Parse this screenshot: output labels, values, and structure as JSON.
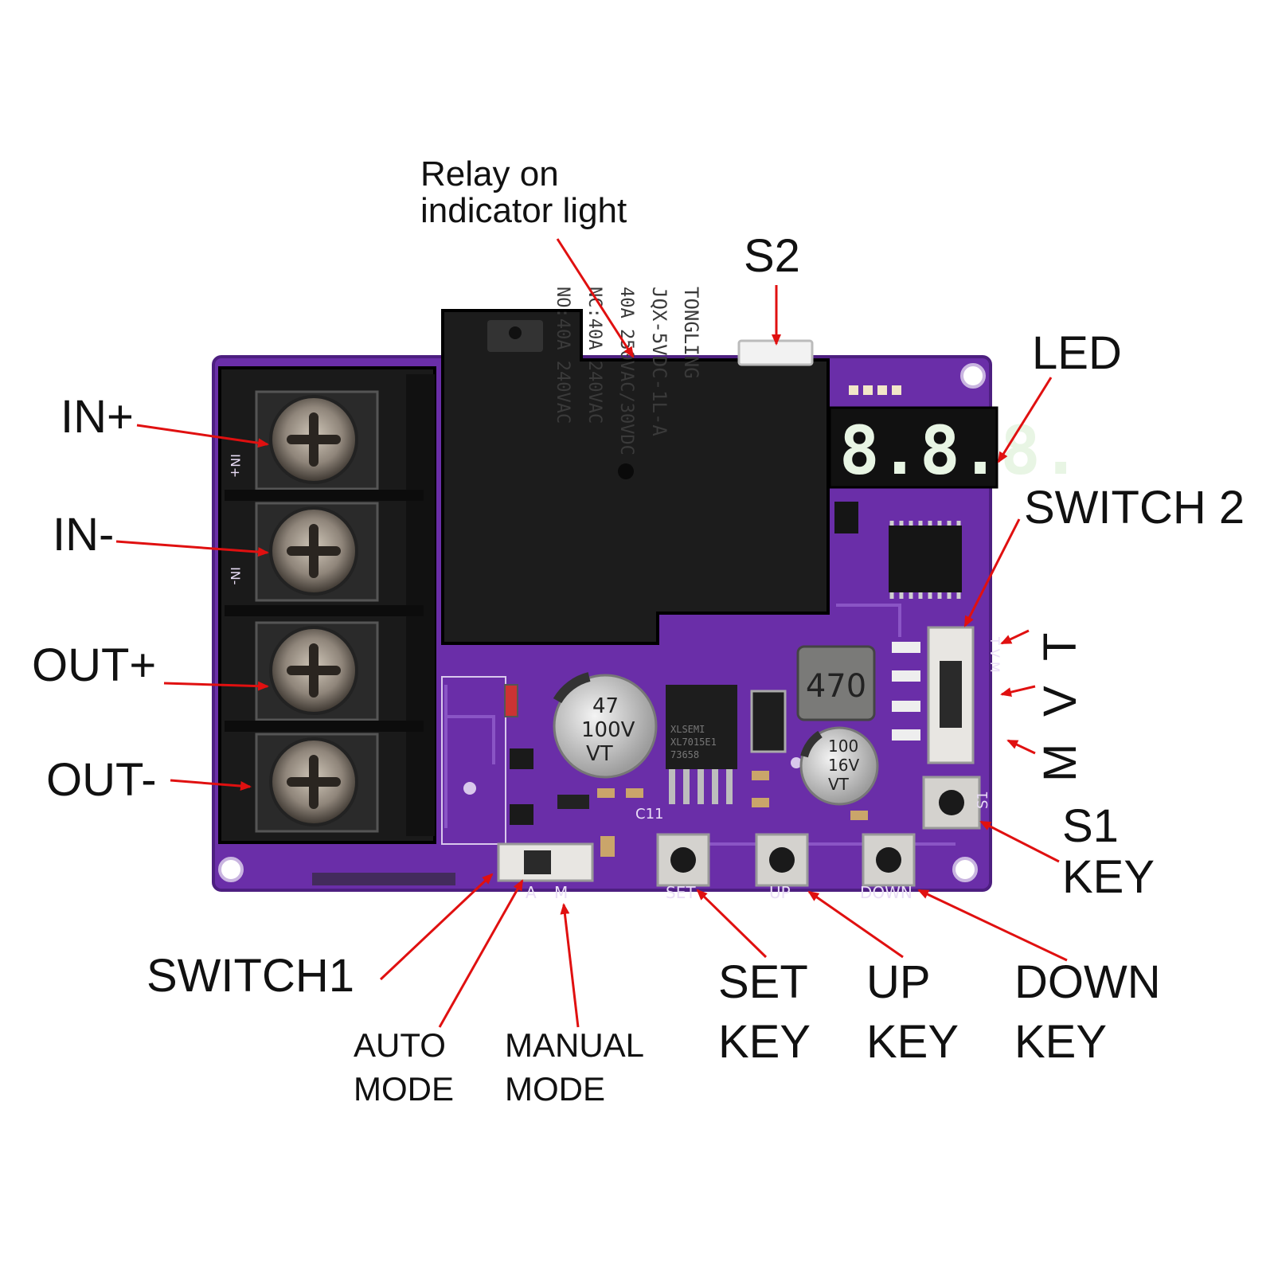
{
  "labels": {
    "relay_indicator": "Relay on\nindicator light",
    "s2": "S2",
    "led": "LED",
    "switch2": "SWITCH 2",
    "in_plus": "IN+",
    "in_minus": "IN-",
    "out_plus": "OUT+",
    "out_minus": "OUT-",
    "mode_t": "T",
    "mode_v": "V",
    "mode_m": "M",
    "s1_key": "S1\nKEY",
    "switch1": "SWITCH1",
    "auto_mode": "AUTO\nMODE",
    "manual_mode": "MANUAL\nMODE",
    "set_key": "SET\nKEY",
    "up_key": "UP\nKEY",
    "down_key": "DOWN\nKEY"
  },
  "board": {
    "display_digits": "8.8.8.",
    "relay_brand": "TONGLING",
    "relay_model": "JQX-5VDC-1L-A",
    "relay_rating_1": "40A 250VAC/30VDC",
    "relay_rating_2": "NC:40A 240VAC",
    "relay_rating_3": "NO:40A 240VAC",
    "inductor": "470",
    "cap1_l1": "47",
    "cap1_l2": "100V",
    "cap1_l3": "VT",
    "cap2_l1": "100",
    "cap2_l2": "16V",
    "cap2_l3": "VT",
    "ic_l1": "XLSEMI",
    "ic_l2": "XL7015E1",
    "ic_l3": "73658",
    "silk_c11": "C11",
    "silk_a": "A",
    "silk_m": "M",
    "silk_set": "SET",
    "silk_up": "UP",
    "silk_down": "DOWN",
    "silk_s1": "S1",
    "silk_in_plus": "IN+",
    "silk_in_minus": "IN-",
    "silk_tvm": "T V M",
    "pcb_color": "#6a2ea8",
    "arrow_color": "#e01010"
  }
}
